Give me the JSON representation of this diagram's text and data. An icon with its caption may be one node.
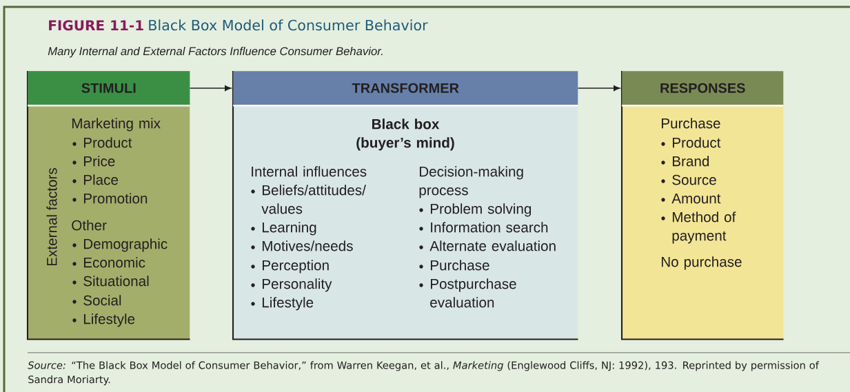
{
  "diagram": {
    "title": "Black Box Model of Consumer Behavior",
    "caption": "*Source:* “The Black Box Model of Consumer Behavior,” from Warren Keegan, et al., *Marketing* (Englewood Cliffs, NJ: 1992), 193. Reprinted by permission of Sandra Moriarty.",
    "nodes": [
      {
        "text": [
          "STIMULI",
          "External factors",
          "Marketing mix",
          "Product",
          "Price",
          "Place",
          "Promotion",
          "Other",
          "Demographic",
          "Economic",
          "Situational",
          "Social",
          "Lifestyle"
        ]
      },
      {
        "text": [
          "TRANSFORMER",
          "Black box (buyer’s mind)",
          "Internal influences",
          "Beliefs/attitudes/ values",
          "Learning",
          "Motives/needs",
          "Perception",
          "Personality",
          "Lifestyle",
          "Decision-making process",
          "Problem solving",
          "Information search",
          "Alternate evaluation",
          "Purchase",
          "Postpurchase evaluation"
        ]
      },
      {
        "text": [
          "RESPONSES",
          "Purchase",
          "Product",
          "Brand",
          "Source",
          "Amount",
          "Method of payment",
          "No purchase"
        ]
      }
    ],
    "edges": [
      {
        "from": 0,
        "to": 1,
        "arrow": "to"
      },
      {
        "from": 1,
        "to": 2,
        "arrow": "to"
      }
    ],
    "labels": [
      "FIGURE 11-1",
      "Many Internal and External Factors Influence Consumer Behavior."
    ]
  }
}
